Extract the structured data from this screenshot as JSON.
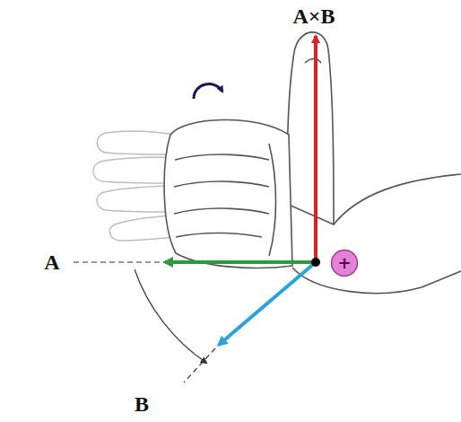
{
  "diagram": {
    "nodes": [
      {
        "text": [
          "+"
        ]
      }
    ],
    "labels": [
      "A×B",
      "A",
      "B"
    ]
  }
}
